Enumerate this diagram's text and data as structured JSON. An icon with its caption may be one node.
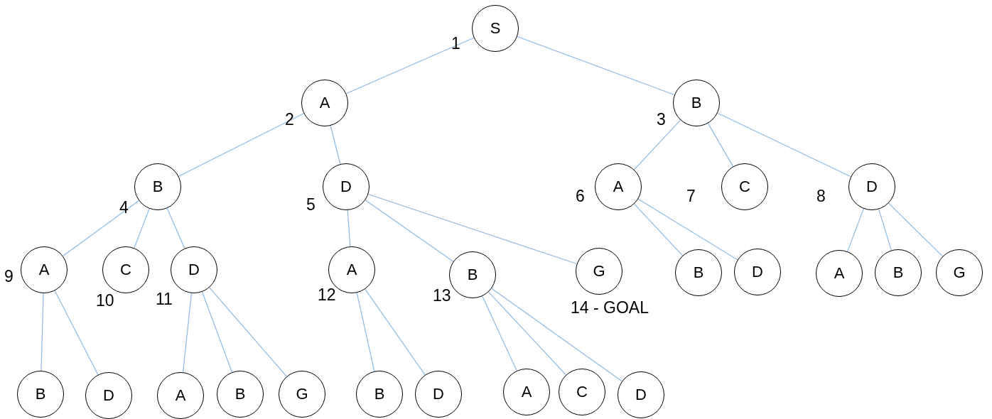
{
  "diagram": {
    "nodes": [
      {
        "text": [
          "S"
        ],
        "beside": [
          "1"
        ]
      },
      {
        "text": [
          "A"
        ],
        "beside": [
          "2"
        ]
      },
      {
        "text": [
          "B"
        ],
        "beside": [
          "3"
        ]
      },
      {
        "text": [
          "B"
        ],
        "beside": [
          "4"
        ]
      },
      {
        "text": [
          "D"
        ],
        "beside": [
          "5"
        ]
      },
      {
        "text": [
          "A"
        ],
        "beside": [
          "6"
        ]
      },
      {
        "text": [
          "C"
        ],
        "beside": [
          "7"
        ]
      },
      {
        "text": [
          "D"
        ],
        "beside": [
          "8"
        ]
      },
      {
        "text": [
          "A"
        ],
        "beside": [
          "9"
        ]
      },
      {
        "text": [
          "C"
        ],
        "beside": [
          "10"
        ]
      },
      {
        "text": [
          "D"
        ],
        "beside": [
          "11"
        ]
      },
      {
        "text": [
          "A"
        ],
        "beside": [
          "12"
        ]
      },
      {
        "text": [
          "B"
        ],
        "beside": [
          "13"
        ]
      },
      {
        "text": [
          "G"
        ],
        "beside": [
          "14 - GOAL"
        ]
      },
      {
        "text": [
          "B"
        ]
      },
      {
        "text": [
          "D"
        ]
      },
      {
        "text": [
          "A"
        ]
      },
      {
        "text": [
          "B"
        ]
      },
      {
        "text": [
          "G"
        ]
      },
      {
        "text": [
          "B"
        ]
      },
      {
        "text": [
          "D"
        ]
      },
      {
        "text": [
          "A"
        ]
      },
      {
        "text": [
          "B"
        ]
      },
      {
        "text": [
          "G"
        ]
      },
      {
        "text": [
          "B"
        ]
      },
      {
        "text": [
          "D"
        ]
      },
      {
        "text": [
          "A"
        ]
      },
      {
        "text": [
          "C"
        ]
      },
      {
        "text": [
          "D"
        ]
      }
    ],
    "edges": [
      {
        "from": 0,
        "to": 1,
        "arrow": "none"
      },
      {
        "from": 0,
        "to": 2,
        "arrow": "none"
      },
      {
        "from": 1,
        "to": 3,
        "arrow": "none"
      },
      {
        "from": 1,
        "to": 4,
        "arrow": "none"
      },
      {
        "from": 2,
        "to": 5,
        "arrow": "none"
      },
      {
        "from": 2,
        "to": 6,
        "arrow": "none"
      },
      {
        "from": 2,
        "to": 7,
        "arrow": "none"
      },
      {
        "from": 3,
        "to": 8,
        "arrow": "none"
      },
      {
        "from": 3,
        "to": 9,
        "arrow": "none"
      },
      {
        "from": 3,
        "to": 10,
        "arrow": "none"
      },
      {
        "from": 4,
        "to": 11,
        "arrow": "none"
      },
      {
        "from": 4,
        "to": 12,
        "arrow": "none"
      },
      {
        "from": 4,
        "to": 13,
        "arrow": "none"
      },
      {
        "from": 5,
        "to": 14,
        "arrow": "none"
      },
      {
        "from": 5,
        "to": 15,
        "arrow": "none"
      },
      {
        "from": 7,
        "to": 16,
        "arrow": "none"
      },
      {
        "from": 7,
        "to": 17,
        "arrow": "none"
      },
      {
        "from": 7,
        "to": 18,
        "arrow": "none"
      },
      {
        "from": 8,
        "to": 19,
        "arrow": "none"
      },
      {
        "from": 8,
        "to": 20,
        "arrow": "none"
      },
      {
        "from": 10,
        "to": 21,
        "arrow": "none"
      },
      {
        "from": 10,
        "to": 22,
        "arrow": "none"
      },
      {
        "from": 10,
        "to": 23,
        "arrow": "none"
      },
      {
        "from": 11,
        "to": 24,
        "arrow": "none"
      },
      {
        "from": 11,
        "to": 25,
        "arrow": "none"
      },
      {
        "from": 12,
        "to": 26,
        "arrow": "none"
      },
      {
        "from": 12,
        "to": 27,
        "arrow": "none"
      },
      {
        "from": 12,
        "to": 28,
        "arrow": "none"
      }
    ]
  }
}
